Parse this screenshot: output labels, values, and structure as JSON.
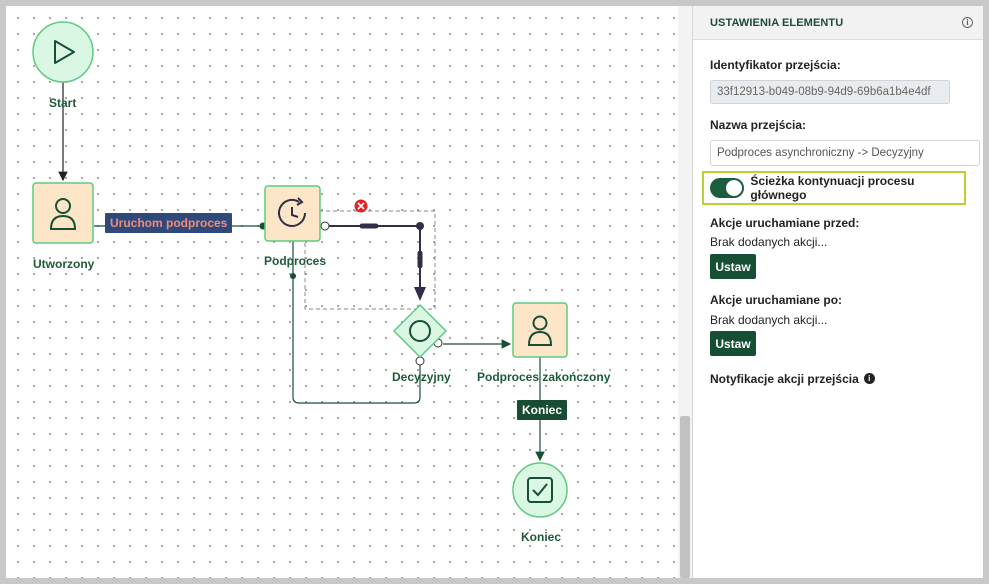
{
  "diagram": {
    "nodes": {
      "start": "Start",
      "utworzony": "Utworzony",
      "podproces": "Podproces",
      "decyzyjny": "Decyzyjny",
      "podproces_zakonczony": "Podproces zakończony",
      "koniec": "Koniec"
    },
    "edge_labels": {
      "uruchom_podproces": "Uruchom podproces",
      "koniec": "Koniec"
    },
    "icons": {
      "start": "play-icon",
      "user_task": "user-icon",
      "subprocess": "async-clock-icon",
      "decision": "circle-gateway-icon",
      "end": "check-icon",
      "delete": "delete-x-icon"
    },
    "colors": {
      "task_fill": "#fce6c7",
      "node_border": "#5dcb7f",
      "node_green_fill": "#d9f7e2",
      "dark_green": "#174f34",
      "selected_edge": "#2f2f4a",
      "delete_red": "#e02424"
    }
  },
  "panel": {
    "title": "USTAWIENIA ELEMENTU",
    "id_label": "Identyfikator przejścia:",
    "id_value": "33f12913-b049-08b9-94d9-69b6a1b4e4df",
    "name_label": "Nazwa przejścia:",
    "name_value": "Podproces asynchroniczny -> Decyzyjny",
    "toggle_label": "Ścieżka kontynuacji procesu głównego",
    "toggle_on": true,
    "actions_before_label": "Akcje uruchamiane przed:",
    "actions_before_empty": "Brak dodanych akcji...",
    "actions_before_button": "Ustaw",
    "actions_after_label": "Akcje uruchamiane po:",
    "actions_after_empty": "Brak dodanych akcji...",
    "actions_after_button": "Ustaw",
    "notifications_label": "Notyfikacje akcji przejścia"
  }
}
